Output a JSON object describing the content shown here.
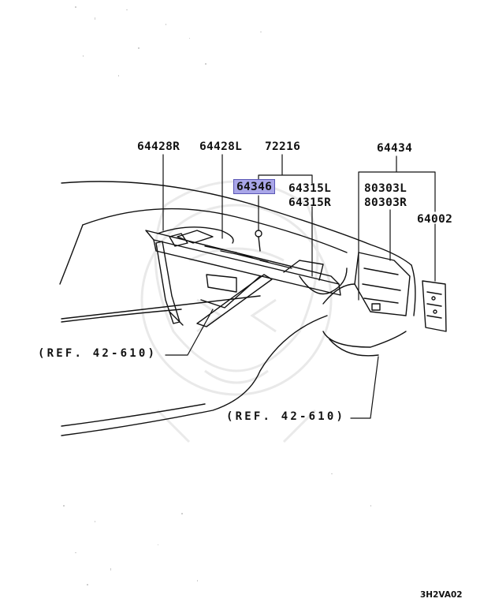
{
  "diagram": {
    "labels": {
      "p64428r": "64428R",
      "p64428l": "64428L",
      "p72216": "72216",
      "p64346": "64346",
      "p64315l": "64315L",
      "p64315r": "64315R",
      "p64434": "64434",
      "p80303l": "80303L",
      "p80303r": "80303R",
      "p64002": "64002"
    },
    "references": {
      "ref_left": "(REF. 42-610)",
      "ref_bottom": "(REF. 42-610)"
    },
    "highlighted_part": "64346",
    "highlight_color": "#a9a6e8",
    "diagram_code": "3H2VA02"
  }
}
